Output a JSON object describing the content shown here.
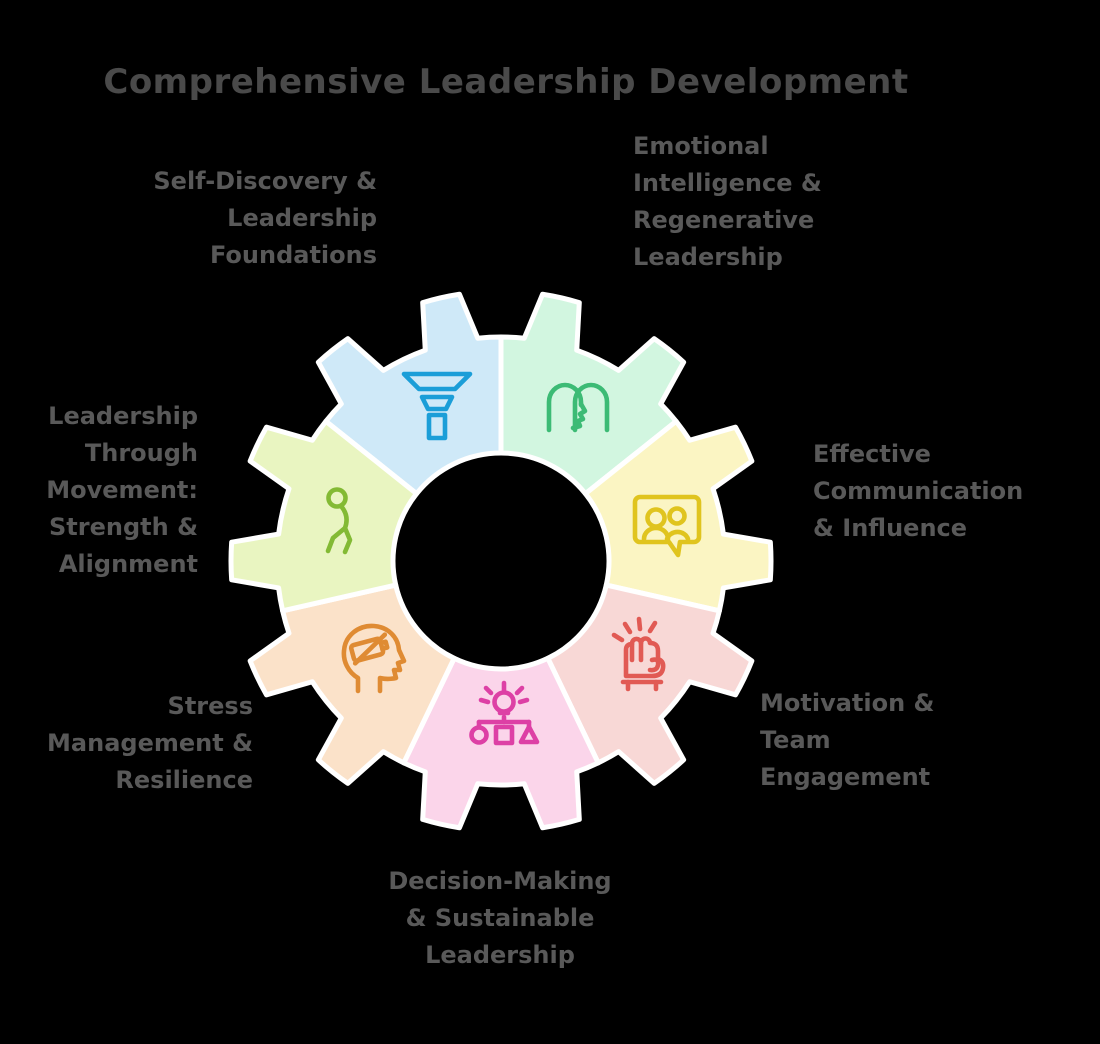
{
  "title": {
    "text": "Comprehensive Leadership Development",
    "color": "#4a4a4a"
  },
  "label_color": "#595959",
  "gear": {
    "stroke_color": "#ffffff",
    "teeth_per_segment": 2,
    "segment_count": 7
  },
  "segments": [
    {
      "id": "self-discovery",
      "label_lines": [
        "Self-Discovery &",
        "Leadership",
        "Foundations"
      ],
      "fill": "#cfe9f8",
      "icon": "funnel-icon",
      "icon_color": "#1b9ed8"
    },
    {
      "id": "emotional-intelligence",
      "label_lines": [
        "Emotional",
        "Intelligence &",
        "Regenerative",
        "Leadership"
      ],
      "fill": "#d2f6e0",
      "icon": "two-heads-icon",
      "icon_color": "#3cbb75"
    },
    {
      "id": "effective-communication",
      "label_lines": [
        "Effective",
        "Communication",
        "& Influence"
      ],
      "fill": "#fbf5c3",
      "icon": "chat-people-icon",
      "icon_color": "#e0c41e"
    },
    {
      "id": "motivation-engagement",
      "label_lines": [
        "Motivation &",
        "Team",
        "Engagement"
      ],
      "fill": "#f8d8d6",
      "icon": "fist-icon",
      "icon_color": "#e15a54"
    },
    {
      "id": "decision-making",
      "label_lines": [
        "Decision-Making",
        "& Sustainable",
        "Leadership"
      ],
      "fill": "#fbd5ea",
      "icon": "idea-shapes-icon",
      "icon_color": "#dd40a5"
    },
    {
      "id": "stress-management",
      "label_lines": [
        "Stress",
        "Management &",
        "Resilience"
      ],
      "fill": "#fbe2c9",
      "icon": "burnout-head-icon",
      "icon_color": "#df8b33"
    },
    {
      "id": "leadership-movement",
      "label_lines": [
        "Leadership",
        "Through",
        "Movement:",
        "Strength &",
        "Alignment"
      ],
      "fill": "#e9f5c1",
      "icon": "stretch-figure-icon",
      "icon_color": "#83ba34"
    }
  ]
}
